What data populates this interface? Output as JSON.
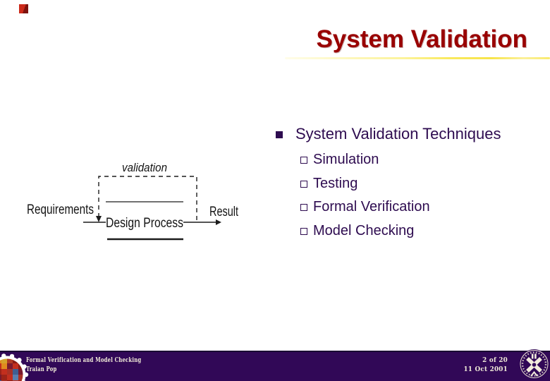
{
  "slide": {
    "title": "System Validation",
    "bullets": {
      "main": "System Validation Techniques",
      "sub": [
        "Simulation",
        "Testing",
        "Formal Verification",
        "Model Checking"
      ]
    },
    "diagram": {
      "loop_label": "validation",
      "input_label": "Requirements",
      "process_label": "Design Process",
      "output_label": "Result"
    },
    "footer": {
      "presentation_title": "Formal Verification and Model Checking",
      "author": "Traian Pop",
      "page_indicator": "2  of 20",
      "date": "11 Oct 2001"
    },
    "colors": {
      "title_red": "#990000",
      "accent_yellow": "#f7e44a",
      "body_purple": "#2e0c50",
      "footer_bar_purple": "#310857",
      "footer_text": "#f2ecd9",
      "corner_marker_red": "#c02418"
    }
  }
}
